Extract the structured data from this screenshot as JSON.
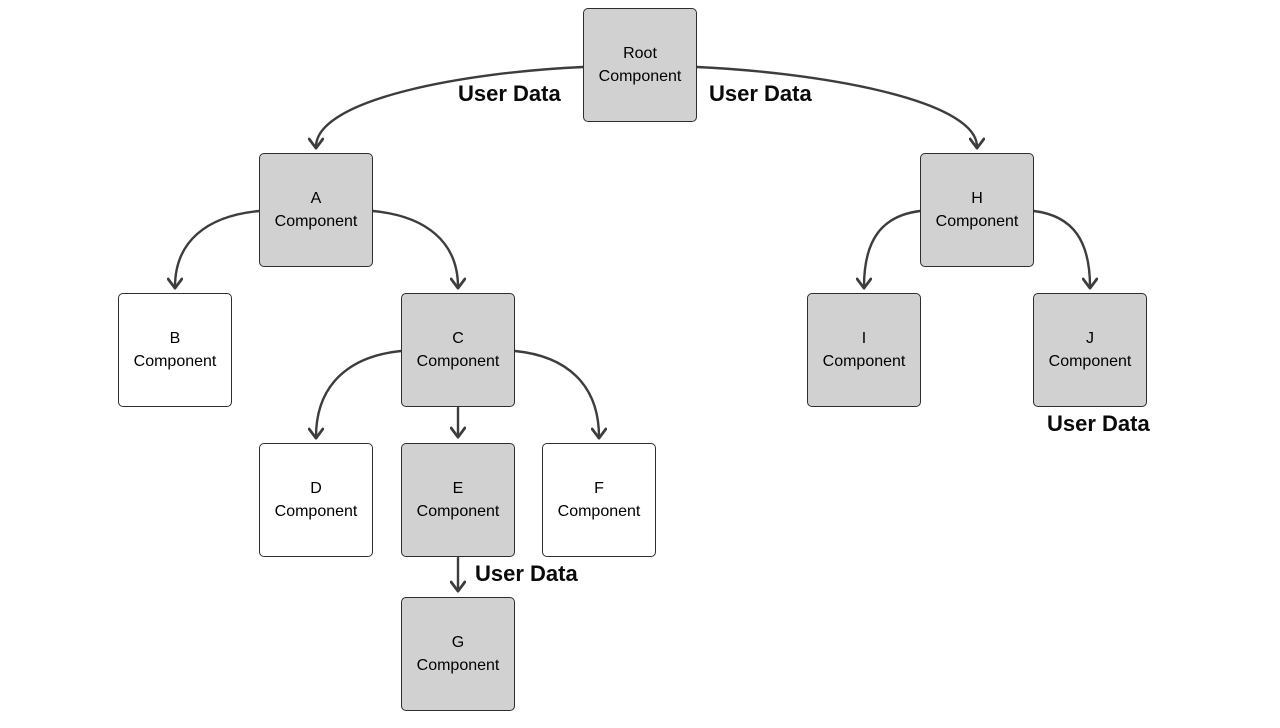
{
  "diagram": {
    "background": "#ffffff",
    "colors": {
      "node_fill_gray": "#d1d1d1",
      "node_fill_white": "#ffffff",
      "node_border": "#2e2e2e",
      "arrow": "#3d3d3d",
      "label_text": "#0a0a0a"
    },
    "nodes": [
      {
        "id": "root",
        "line1": "Root",
        "line2": "Component",
        "variant": "gray"
      },
      {
        "id": "a",
        "line1": "A",
        "line2": "Component",
        "variant": "gray"
      },
      {
        "id": "b",
        "line1": "B",
        "line2": "Component",
        "variant": "white"
      },
      {
        "id": "c",
        "line1": "C",
        "line2": "Component",
        "variant": "gray"
      },
      {
        "id": "d",
        "line1": "D",
        "line2": "Component",
        "variant": "white"
      },
      {
        "id": "e",
        "line1": "E",
        "line2": "Component",
        "variant": "gray"
      },
      {
        "id": "f",
        "line1": "F",
        "line2": "Component",
        "variant": "white"
      },
      {
        "id": "g",
        "line1": "G",
        "line2": "Component",
        "variant": "gray"
      },
      {
        "id": "h",
        "line1": "H",
        "line2": "Component",
        "variant": "gray"
      },
      {
        "id": "i",
        "line1": "I",
        "line2": "Component",
        "variant": "gray"
      },
      {
        "id": "j",
        "line1": "J",
        "line2": "Component",
        "variant": "gray"
      }
    ],
    "edges": [
      {
        "from": "root",
        "to": "a",
        "label": "User Data"
      },
      {
        "from": "root",
        "to": "h",
        "label": "User Data"
      },
      {
        "from": "a",
        "to": "b"
      },
      {
        "from": "a",
        "to": "c"
      },
      {
        "from": "c",
        "to": "d"
      },
      {
        "from": "c",
        "to": "e"
      },
      {
        "from": "c",
        "to": "f"
      },
      {
        "from": "e",
        "to": "g",
        "label": "User Data"
      },
      {
        "from": "h",
        "to": "i"
      },
      {
        "from": "h",
        "to": "j",
        "label": "User Data"
      }
    ],
    "edge_labels": [
      {
        "id": "root-a",
        "text": "User Data"
      },
      {
        "id": "root-h",
        "text": "User Data"
      },
      {
        "id": "e-g",
        "text": "User Data"
      },
      {
        "id": "h-j",
        "text": "User Data"
      }
    ]
  }
}
